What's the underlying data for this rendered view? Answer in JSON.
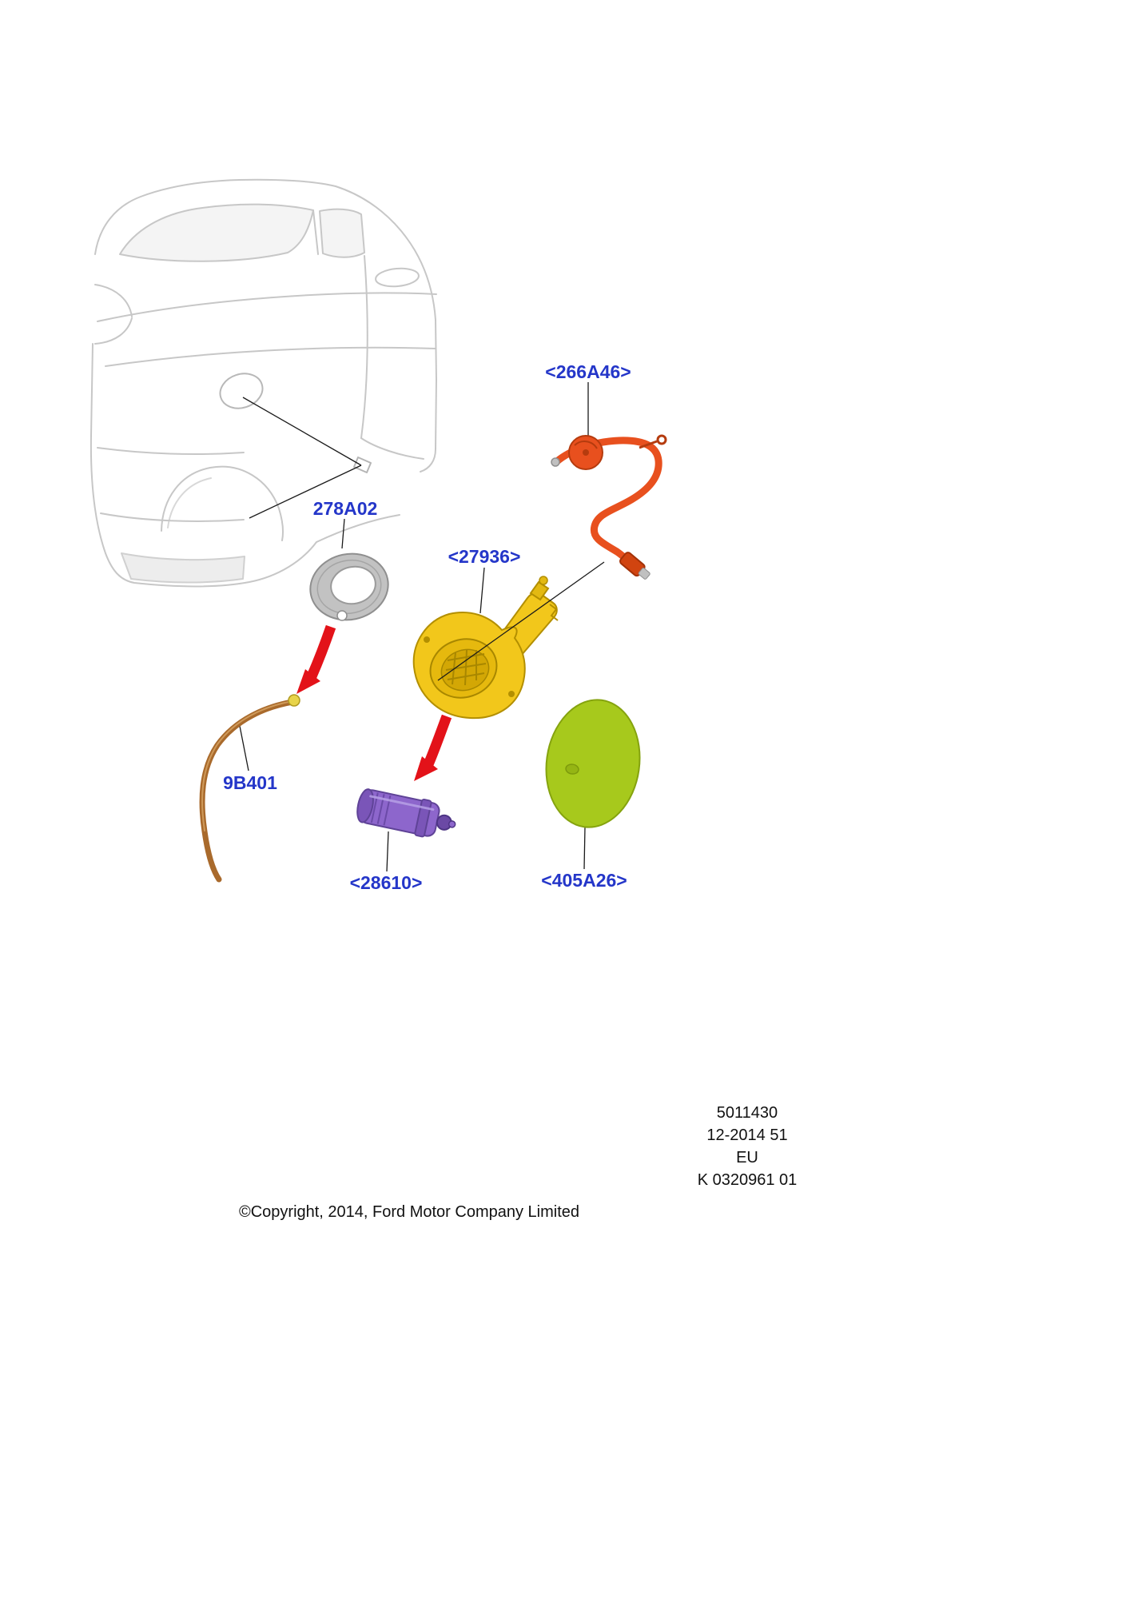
{
  "labels": {
    "cable": "<266A46>",
    "grommet": "278A02",
    "housing": "<27936>",
    "tube": "9B401",
    "actuator": "<28610>",
    "door": "<405A26>"
  },
  "plate": {
    "lines": [
      "5011430",
      "12-2014 51",
      "EU",
      "K 0320961 01"
    ]
  },
  "footer": {
    "copyright": "©Copyright, 2014, Ford Motor Company Limited"
  },
  "colors": {
    "label_blue": "#2436c9",
    "cable_orange": "#e8501e",
    "housing_yellow": "#f2c71b",
    "actuator_purple": "#8d66cc",
    "door_green": "#a7c91c",
    "tube_brown": "#a96a2c",
    "arrow_red": "#e31219",
    "car_line_gray": "#c7c7c7"
  }
}
